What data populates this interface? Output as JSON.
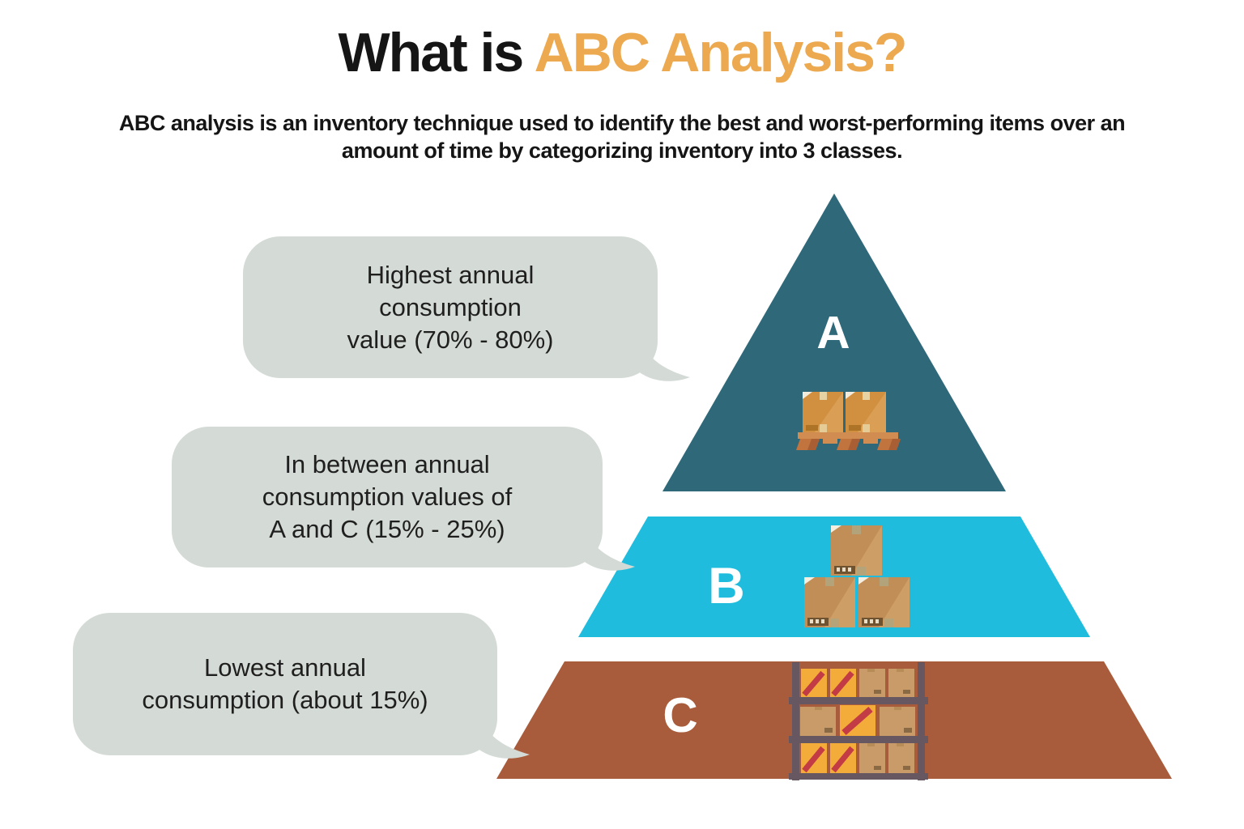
{
  "header": {
    "title_prefix": "What is ",
    "title_highlight": "ABC Analysis?",
    "subtitle_line1": "ABC analysis is an inventory technique used to identify the best and worst-performing items over an",
    "subtitle_line2": "amount of time by categorizing inventory into 3 classes."
  },
  "bubbles": [
    {
      "target_class": "A",
      "lines": [
        "Highest annual",
        "consumption",
        "value (70% - 80%)"
      ]
    },
    {
      "target_class": "B",
      "lines": [
        "In between annual",
        "consumption values of",
        "A and C (15% - 25%)"
      ]
    },
    {
      "target_class": "C",
      "lines": [
        "Lowest annual",
        "consumption (about 15%)"
      ]
    }
  ],
  "pyramid": {
    "levels": [
      {
        "label": "A",
        "color": "#2F6979",
        "icon": "pallet-boxes-icon"
      },
      {
        "label": "B",
        "color": "#1FBCDE",
        "icon": "stacked-boxes-icon"
      },
      {
        "label": "C",
        "color": "#A85C3B",
        "icon": "warehouse-shelf-icon"
      }
    ]
  },
  "colors": {
    "title_accent": "#ECA94F",
    "text": "#151515",
    "bubble_bg": "#D4DAD5",
    "level_a": "#2F6979",
    "level_b": "#1FBCDE",
    "level_c": "#A85C3B",
    "cardboard": "#C28E57",
    "box_yellow": "#F3AC3A",
    "box_stripe_red": "#C23B45",
    "shelf_frame": "#675761",
    "pallet_wood": "#C1743E"
  }
}
